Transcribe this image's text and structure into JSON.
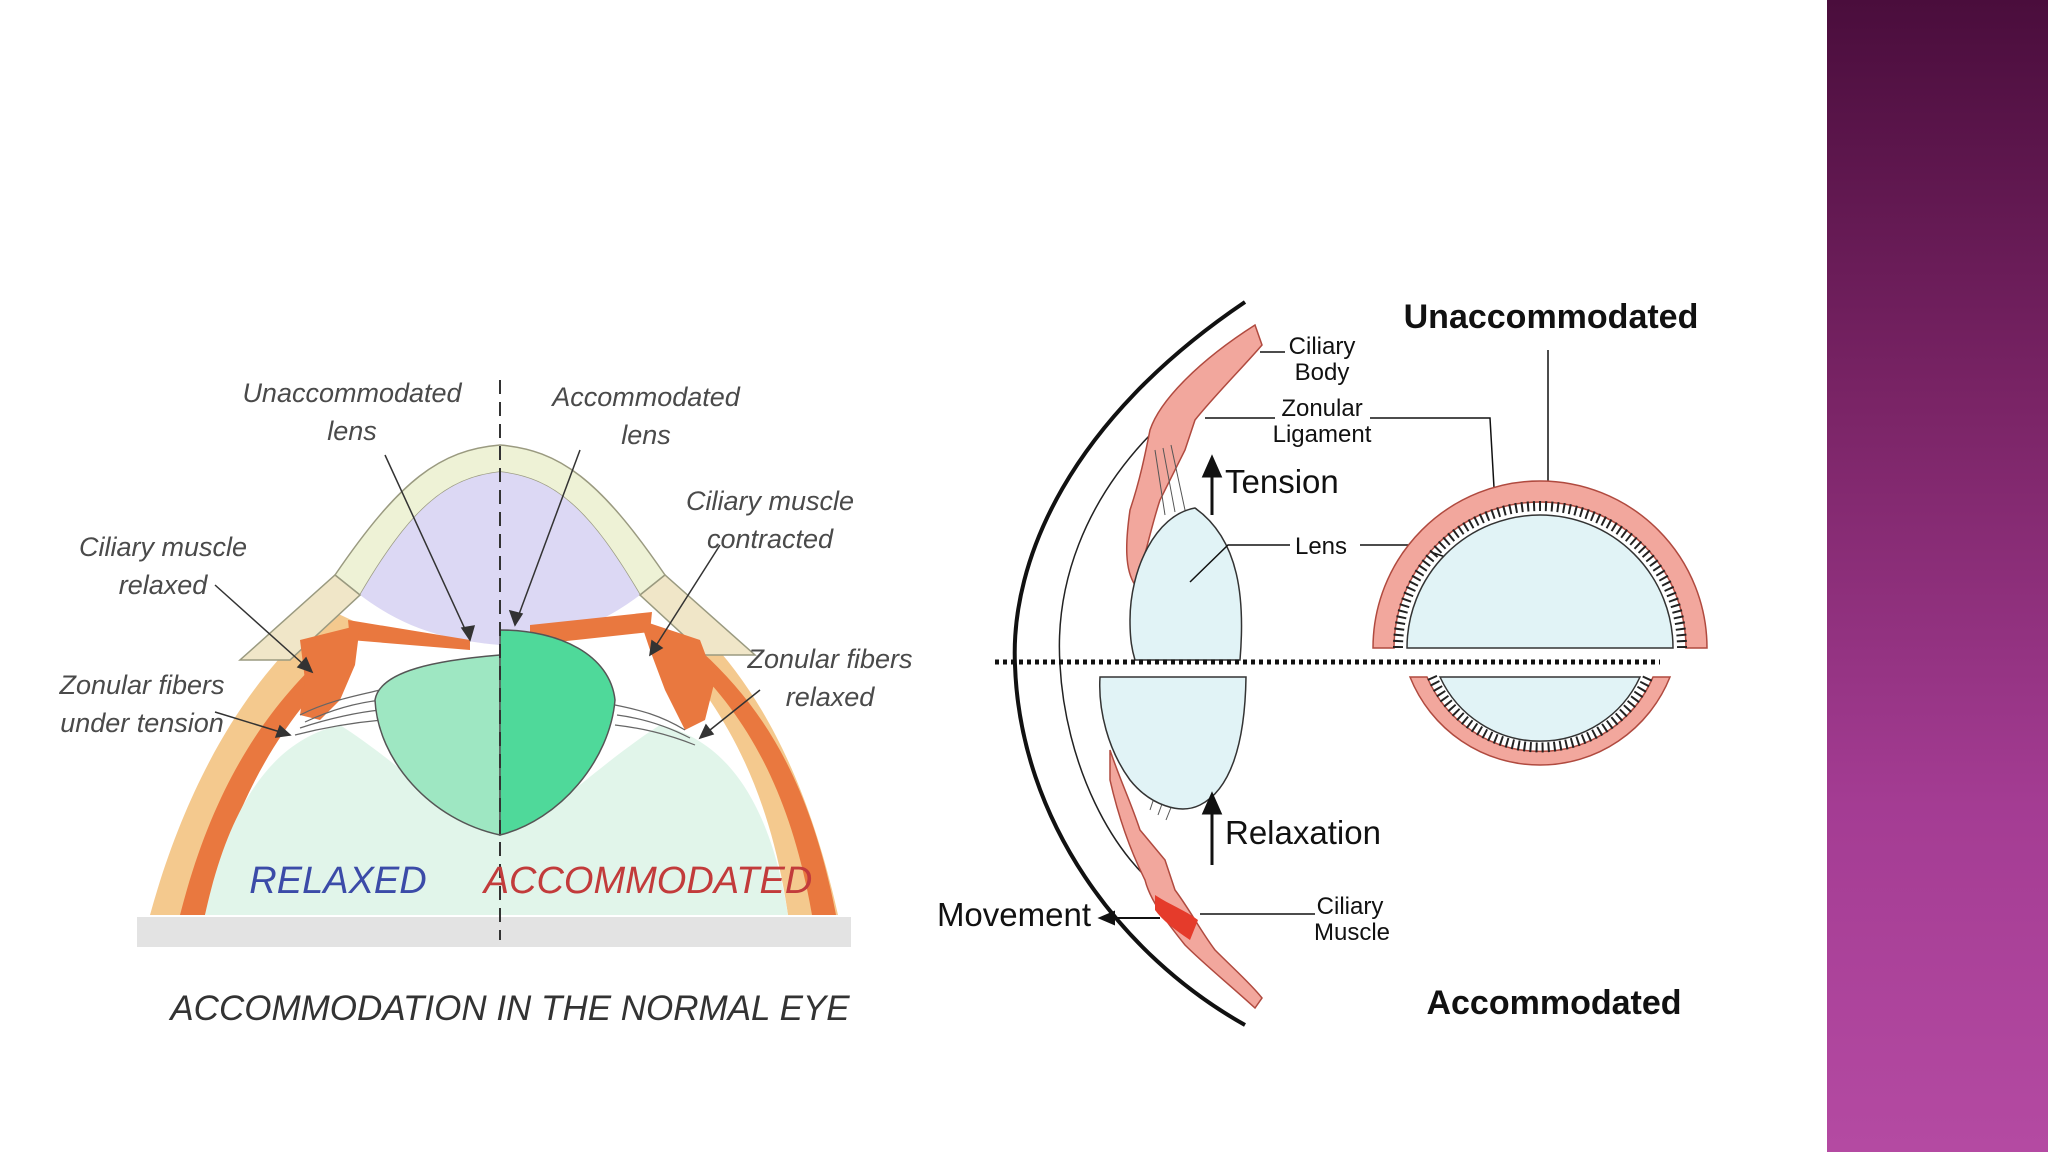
{
  "left_diagram": {
    "labels": {
      "unaccommodated_lens": [
        "Unaccommodated",
        "lens"
      ],
      "accommodated_lens": [
        "Accommodated",
        "lens"
      ],
      "ciliary_relaxed": [
        "Ciliary muscle",
        "relaxed"
      ],
      "ciliary_contracted": [
        "Ciliary muscle",
        "contracted"
      ],
      "zonular_tension": [
        "Zonular fibers",
        "under tension"
      ],
      "zonular_relaxed": [
        "Zonular fibers",
        "relaxed"
      ]
    },
    "relaxed": "RELAXED",
    "accommodated": "ACCOMMODATED",
    "caption": "ACCOMMODATION IN THE NORMAL EYE",
    "colors": {
      "relaxed": "#3b4ba8",
      "accommodated": "#c23b3b"
    }
  },
  "right_diagram": {
    "unaccommodated": "Unaccommodated",
    "accommodated": "Accommodated",
    "ciliary_body": [
      "Ciliary",
      "Body"
    ],
    "zonular_ligament": [
      "Zonular",
      "Ligament"
    ],
    "tension": "Tension",
    "lens": "Lens",
    "relaxation": "Relaxation",
    "movement": "Movement",
    "ciliary_muscle": [
      "Ciliary",
      "Muscle"
    ]
  }
}
